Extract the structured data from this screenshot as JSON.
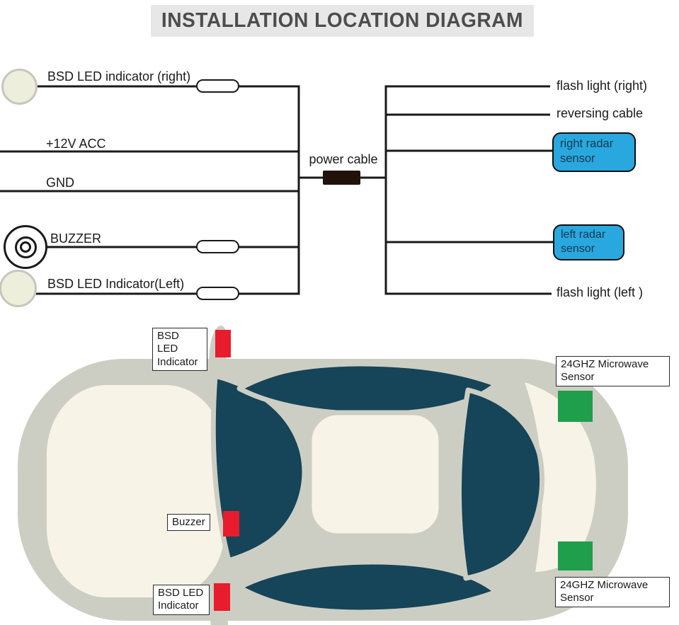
{
  "title": "INSTALLATION LOCATION DIAGRAM",
  "wiring": {
    "left_labels": {
      "bsd_led_right": "BSD LED indicator (right)",
      "acc": "+12V ACC",
      "gnd": "GND",
      "buzzer": "BUZZER",
      "bsd_led_left": "BSD LED Indicator(Left)"
    },
    "power_cable": "power cable",
    "right_labels": {
      "flash_light_right": "flash light (right)",
      "reversing_cable": "reversing cable",
      "right_radar_sensor": "right radar sensor",
      "left_radar_sensor": "left radar sensor",
      "flash_light_left": "flash light (left )"
    }
  },
  "car": {
    "bsd_led_top": "BSD LED Indicator",
    "microwave_sensor_top": "24GHZ Microwave Sensor",
    "buzzer": "Buzzer",
    "bsd_led_bottom": "BSD LED Indicator",
    "microwave_sensor_bottom": "24GHZ Microwave Sensor"
  },
  "colors": {
    "line": "#1a1a1a",
    "title_bg": "#e7e7e7",
    "title_text": "#4d4d4d",
    "radar_box": "#29a8df",
    "radar_text": "#17384f",
    "car_body": "#cdcec3",
    "car_window": "#164458",
    "car_interior": "#f7f4e7",
    "led_marker": "#e81c2c",
    "sensor_marker": "#1f9e4b",
    "circle_fill": "#eeeedd",
    "circle_border": "#c6c6bb",
    "connector": "#201208"
  }
}
